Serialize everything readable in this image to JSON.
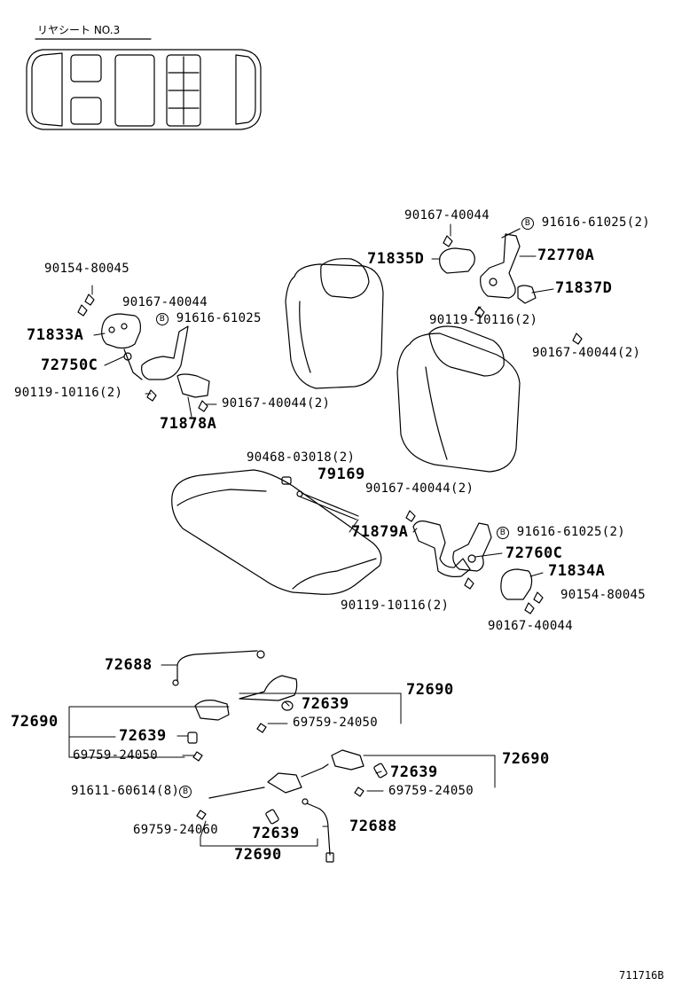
{
  "header": {
    "title": "リヤシート NO.3"
  },
  "labels": {
    "p_90167_40044_top": "90167-40044",
    "p_91616_61025_2_top": "91616-61025(2)",
    "p_71835D": "71835D",
    "p_72770A": "72770A",
    "p_71837D": "71837D",
    "p_90119_10116_2_top": "90119-10116(2)",
    "p_90167_40044_2_right": "90167-40044(2)",
    "p_90154_80045_left": "90154-80045",
    "p_90167_40044_left": "90167-40044",
    "p_91616_61025_left": "91616-61025",
    "p_71833A": "71833A",
    "p_72750C": "72750C",
    "p_90119_10116_2_left": "90119-10116(2)",
    "p_90167_40044_2_left": "90167-40044(2)",
    "p_71878A": "71878A",
    "p_90468_03018_2": "90468-03018(2)",
    "p_79169": "79169",
    "p_90167_40044_2_mid": "90167-40044(2)",
    "p_71879A": "71879A",
    "p_91616_61025_2_mid": "91616-61025(2)",
    "p_72760C": "72760C",
    "p_71834A": "71834A",
    "p_90154_80045_right": "90154-80045",
    "p_90119_10116_2_mid": "90119-10116(2)",
    "p_90167_40044_right": "90167-40044",
    "p_72688_top": "72688",
    "p_72690_a": "72690",
    "p_72639_a": "72639",
    "p_69759_24050_a": "69759-24050",
    "p_72690_b": "72690",
    "p_72639_b": "72639",
    "p_69759_24050_b": "69759-24050",
    "p_72690_c": "72690",
    "p_72639_c": "72639",
    "p_69759_24050_c": "69759-24050",
    "p_91611_60614_8": "91611-60614(8)",
    "p_69759_24060": "69759-24060",
    "p_72639_d": "72639",
    "p_72688_bottom": "72688",
    "p_72690_d": "72690",
    "bolt_code": "B",
    "ref_code": "711716B"
  }
}
